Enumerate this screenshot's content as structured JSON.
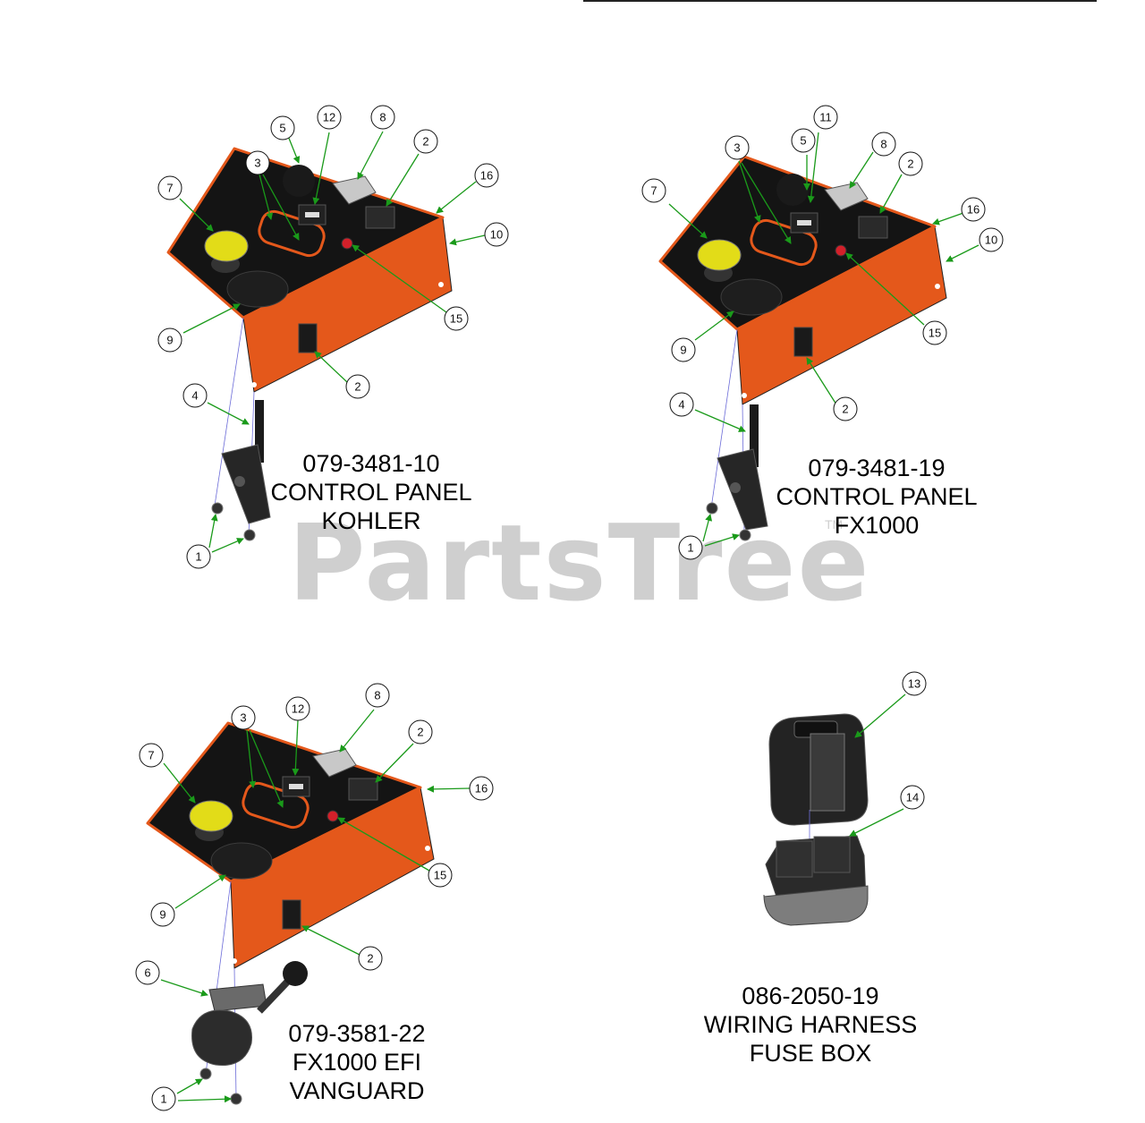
{
  "watermark": {
    "brand": "PartsTree",
    "tm": "TM"
  },
  "assemblies": [
    {
      "id": "kohler",
      "part_number": "079-3481-10",
      "name": "CONTROL PANEL",
      "variant": "KOHLER"
    },
    {
      "id": "fx1000",
      "part_number": "079-3481-19",
      "name": "CONTROL PANEL",
      "variant": "FX1000"
    },
    {
      "id": "vanguard",
      "part_number": "079-3581-22",
      "name": "FX1000 EFI",
      "variant": "VANGUARD"
    },
    {
      "id": "fusebox",
      "part_number": "086-2050-19",
      "name": "WIRING HARNESS",
      "variant": "FUSE BOX"
    }
  ],
  "callouts": {
    "kohler": [
      "5",
      "12",
      "8",
      "2",
      "16",
      "10",
      "3",
      "7",
      "15",
      "9",
      "2",
      "4",
      "1"
    ],
    "fx1000": [
      "11",
      "3",
      "5",
      "8",
      "2",
      "7",
      "16",
      "10",
      "15",
      "9",
      "2",
      "4",
      "1"
    ],
    "vanguard": [
      "3",
      "12",
      "8",
      "2",
      "7",
      "16",
      "15",
      "9",
      "2",
      "6",
      "1"
    ],
    "fusebox": [
      "13",
      "14"
    ]
  },
  "colors": {
    "panel_orange": "#e4581b",
    "panel_black": "#141414",
    "knob_yellow": "#e2dc18",
    "leader_green": "#1a9a1a",
    "watermark": "#cfcfcf"
  }
}
